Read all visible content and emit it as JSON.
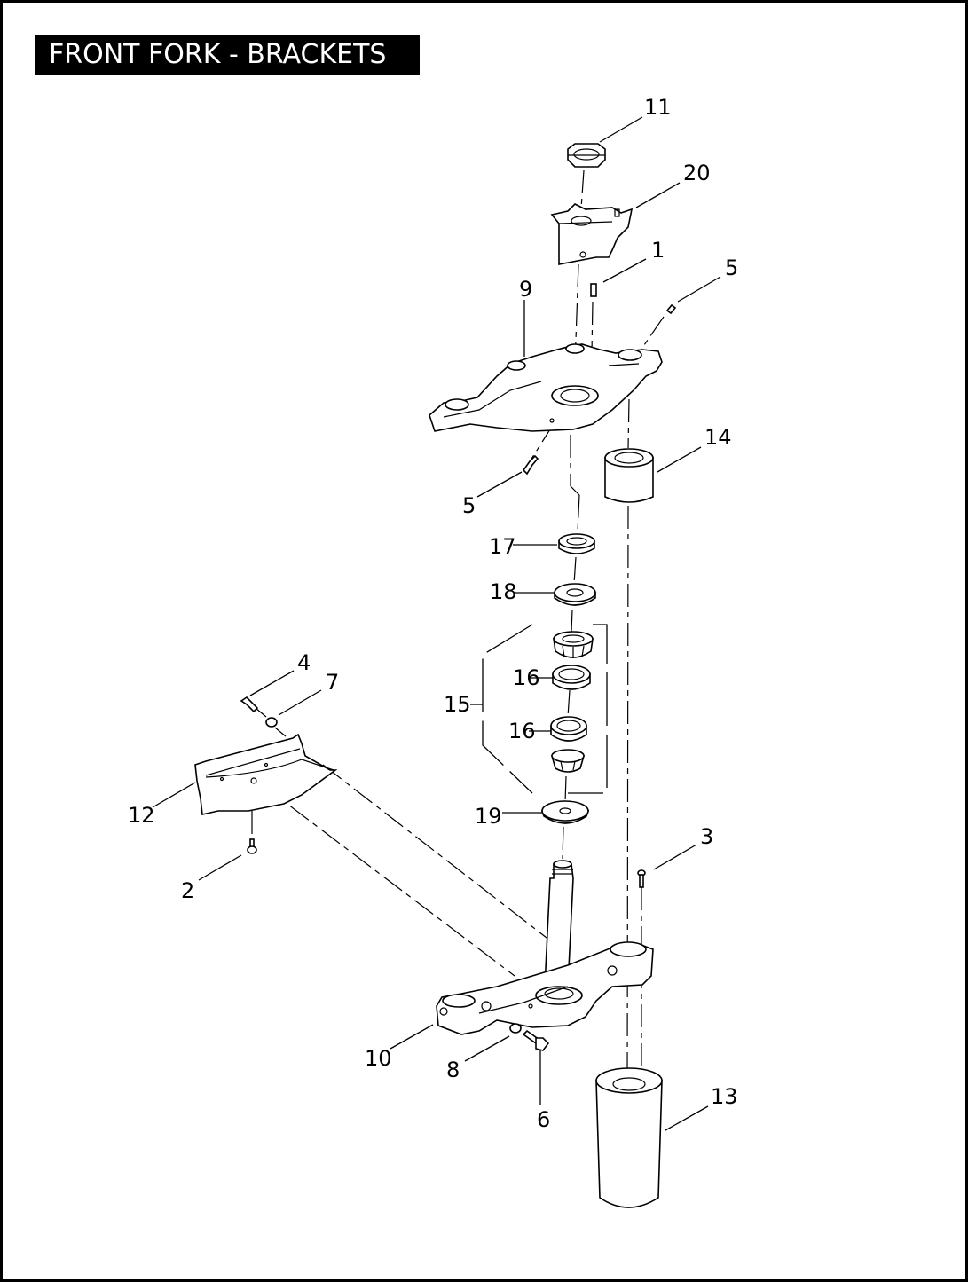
{
  "title": "FRONT FORK - BRACKETS",
  "callouts": [
    {
      "id": "c11",
      "label": "11"
    },
    {
      "id": "c20",
      "label": "20"
    },
    {
      "id": "c1",
      "label": "1"
    },
    {
      "id": "c5a",
      "label": "5"
    },
    {
      "id": "c9",
      "label": "9"
    },
    {
      "id": "c14",
      "label": "14"
    },
    {
      "id": "c5b",
      "label": "5"
    },
    {
      "id": "c17",
      "label": "17"
    },
    {
      "id": "c18",
      "label": "18"
    },
    {
      "id": "c16a",
      "label": "16"
    },
    {
      "id": "c15",
      "label": "15"
    },
    {
      "id": "c16b",
      "label": "16"
    },
    {
      "id": "c19",
      "label": "19"
    },
    {
      "id": "c4",
      "label": "4"
    },
    {
      "id": "c7",
      "label": "7"
    },
    {
      "id": "c12",
      "label": "12"
    },
    {
      "id": "c2",
      "label": "2"
    },
    {
      "id": "c3",
      "label": "3"
    },
    {
      "id": "c10",
      "label": "10"
    },
    {
      "id": "c8",
      "label": "8"
    },
    {
      "id": "c6",
      "label": "6"
    },
    {
      "id": "c13",
      "label": "13"
    }
  ]
}
